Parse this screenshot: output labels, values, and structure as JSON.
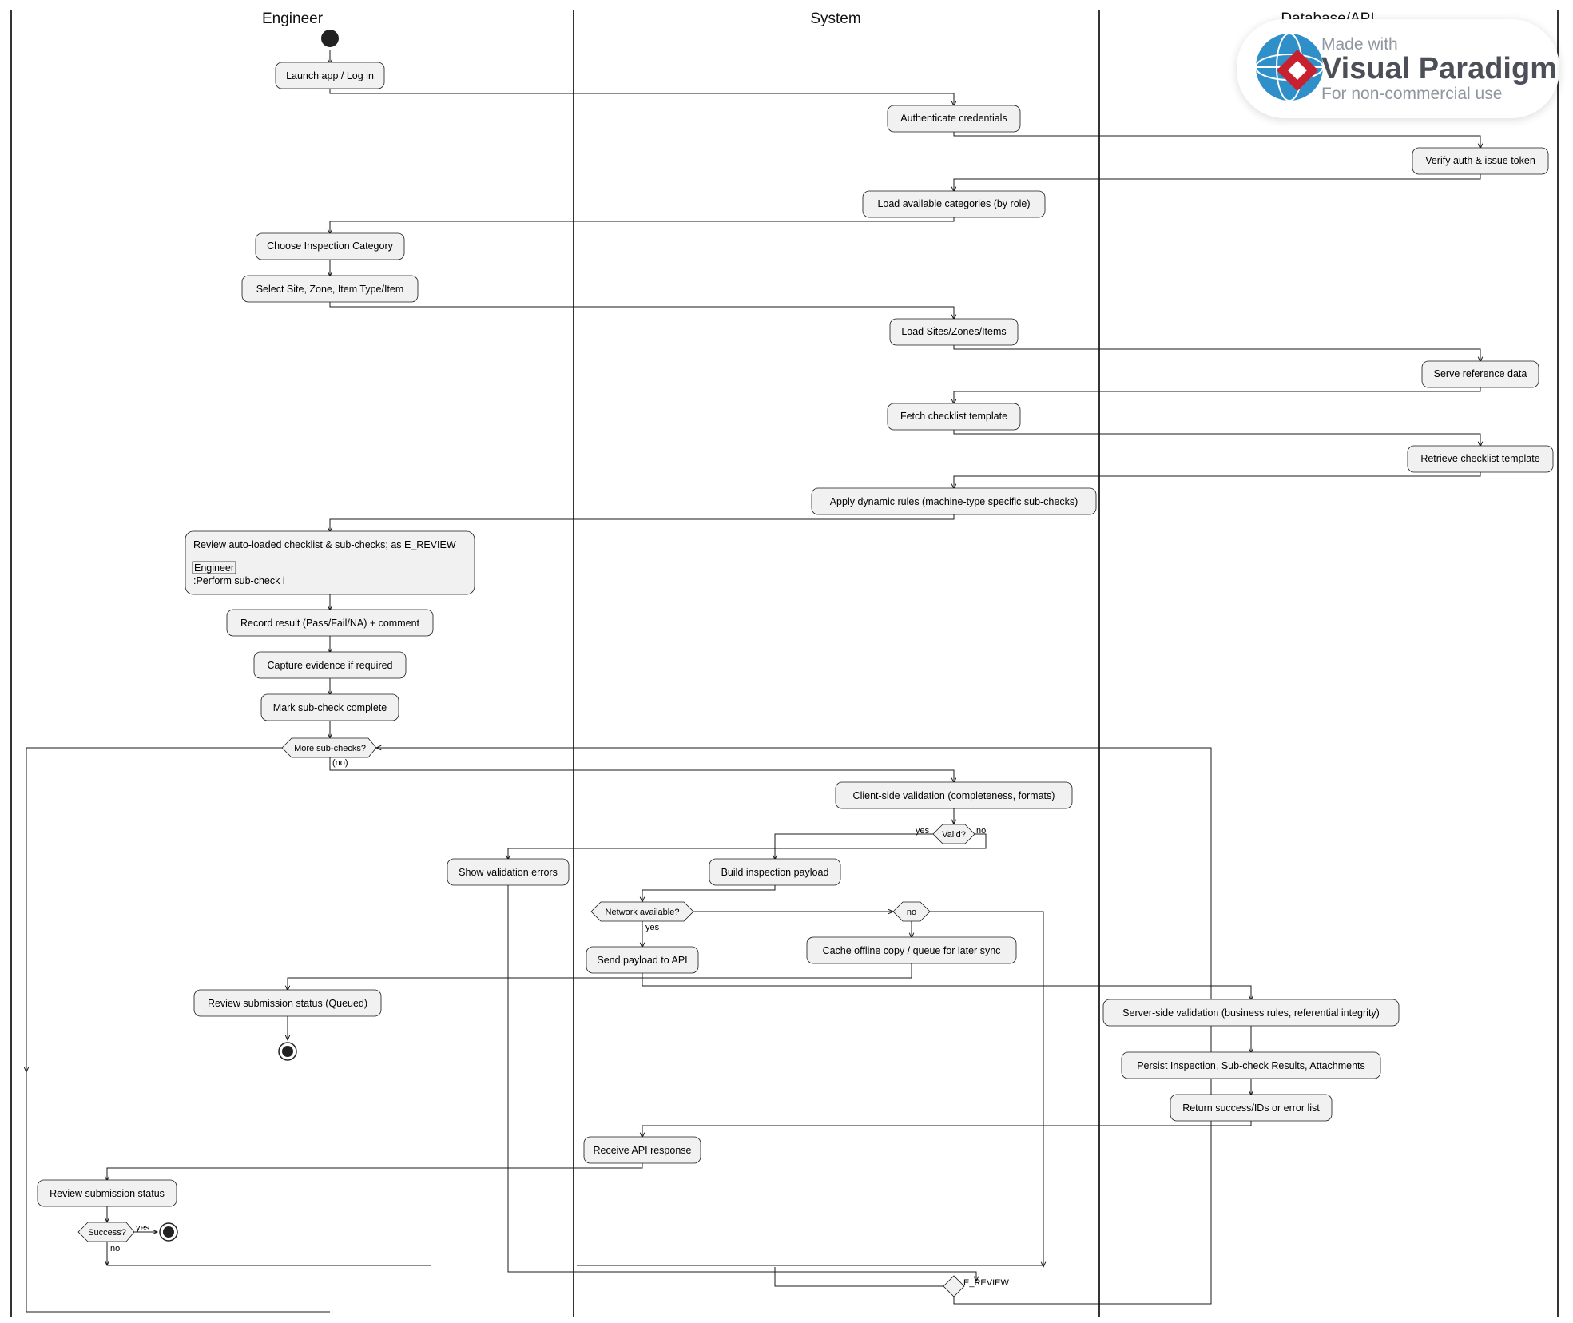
{
  "lanes": [
    "Engineer",
    "System",
    "Database/API"
  ],
  "activities": {
    "launch": "Launch app / Log in",
    "auth": "Authenticate credentials",
    "verify": "Verify auth & issue token",
    "load_cat": "Load available categories (by role)",
    "choose_cat": "Choose Inspection Category",
    "select_site": "Select Site, Zone, Item Type/Item",
    "load_sites": "Load Sites/Zones/Items",
    "serve_ref": "Serve reference data",
    "fetch_tpl": "Fetch checklist template",
    "retrieve_tpl": "Retrieve checklist template",
    "apply_rules": "Apply dynamic rules (machine-type specific sub-checks)",
    "review_line1": "Review auto-loaded checklist & sub-checks; as E_REVIEW",
    "review_line2": "Engineer",
    "review_line3": ":Perform sub-check i",
    "record": "Record result (Pass/Fail/NA) + comment",
    "capture": "Capture evidence if required",
    "mark": "Mark sub-check complete",
    "client_val": "Client-side validation (completeness, formats)",
    "show_err": "Show validation errors",
    "build": "Build inspection payload",
    "cache": "Cache offline copy / queue for later sync",
    "send": "Send payload to API",
    "review_queued": "Review submission status (Queued)",
    "server_val": "Server-side validation (business rules, referential integrity)",
    "persist": "Persist Inspection, Sub-check Results, Attachments",
    "return": "Return success/IDs or error list",
    "receive": "Receive API response",
    "review_status": "Review submission status"
  },
  "decisions": {
    "more": "More sub-checks?",
    "valid": "Valid?",
    "network": "Network available?",
    "no_node": "no",
    "success": "Success?"
  },
  "guards": {
    "no_paren": "(no)",
    "yes": "yes",
    "no": "no",
    "e_review": "E_REVIEW"
  },
  "watermark": {
    "made_with": "Made with",
    "brand": "Visual Paradigm",
    "note": "For non-commercial use"
  }
}
